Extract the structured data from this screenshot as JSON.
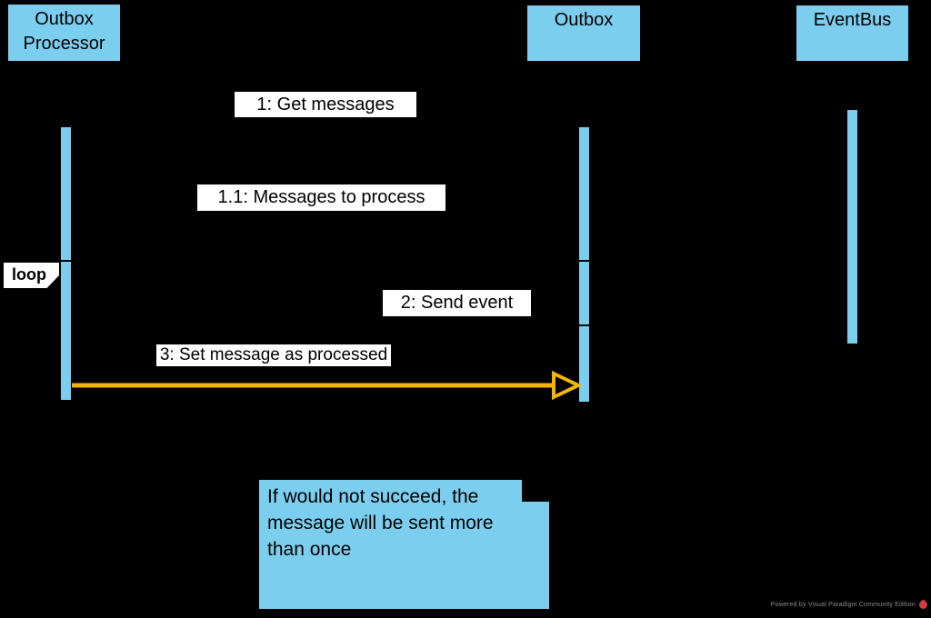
{
  "diagram": {
    "type": "uml-sequence-diagram",
    "actors": [
      {
        "name": "Outbox Processor"
      },
      {
        "name": "Outbox"
      },
      {
        "name": "EventBus"
      }
    ],
    "fragment": {
      "operator": "loop"
    },
    "messages": [
      {
        "label": "1: Get messages",
        "from": "Outbox Processor",
        "to": "Outbox",
        "arrow_visible": false
      },
      {
        "label": "1.1: Messages to process",
        "from": "Outbox",
        "to": "Outbox Processor",
        "arrow_visible": false
      },
      {
        "label": "2: Send event",
        "from": "Outbox Processor",
        "to": "EventBus",
        "arrow_visible": false
      },
      {
        "label": "3: Set message as processed",
        "from": "Outbox Processor",
        "to": "Outbox",
        "arrow_visible": true,
        "arrow_color": "#F2B500",
        "arrowhead": "open-triangle"
      }
    ],
    "note": {
      "text": "If would not succeed, the message will be sent more than once"
    }
  },
  "watermark": {
    "text": "Powered by Visual Paradigm Community Edition"
  },
  "colors": {
    "background": "#000000",
    "actor_fill": "#7CCEEF",
    "label_bg": "#FFFFFF",
    "text": "#000000",
    "highlight_arrow": "#F2B500",
    "watermark_text": "#8C8C8C",
    "watermark_logo": "#CF3A43"
  }
}
